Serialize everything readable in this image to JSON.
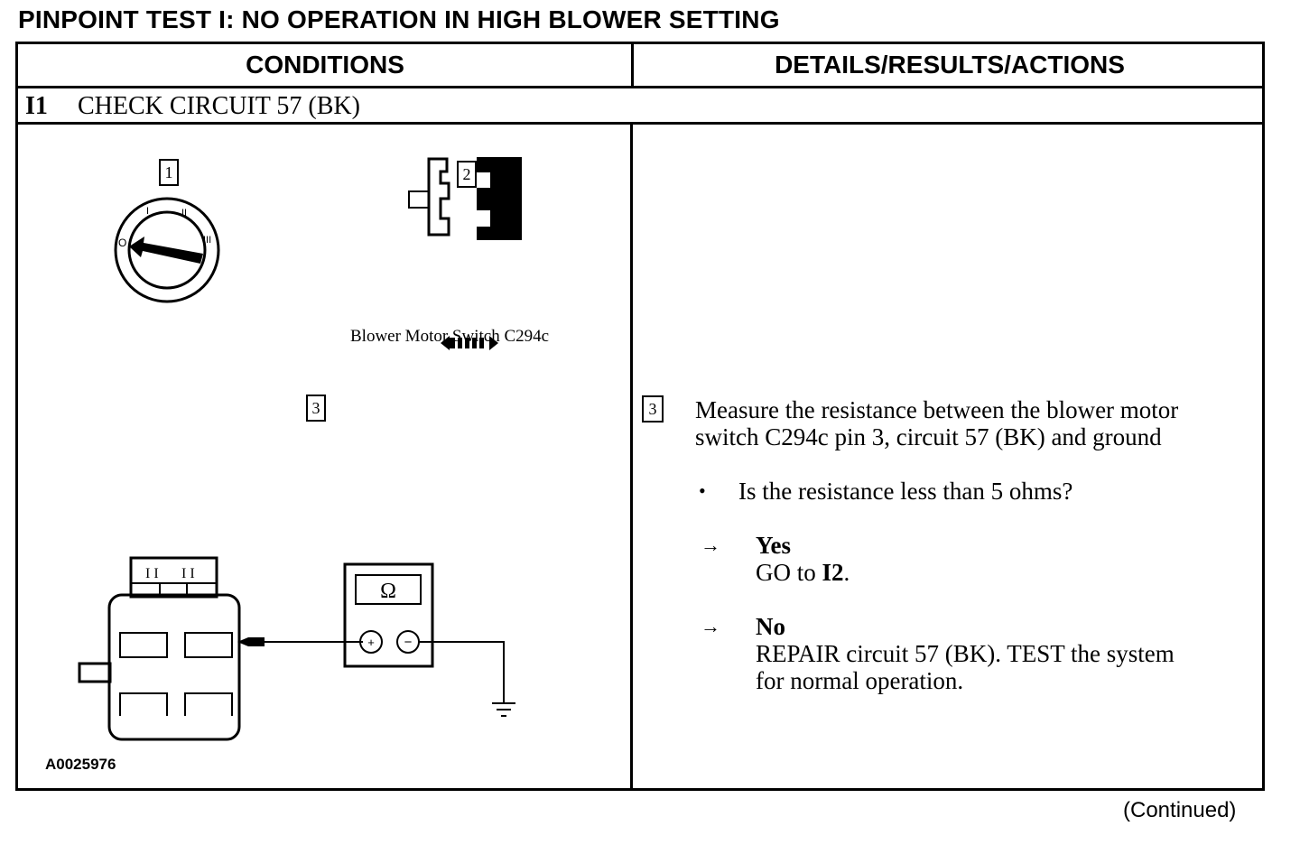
{
  "title": "PINPOINT TEST I: NO OPERATION IN HIGH BLOWER SETTING",
  "table": {
    "headers": [
      "CONDITIONS",
      "DETAILS/RESULTS/ACTIONS"
    ],
    "step": {
      "number": "I1",
      "title": "CHECK CIRCUIT 57 (BK)"
    }
  },
  "diagram": {
    "callouts": [
      "1",
      "2",
      "3"
    ],
    "switch_labels": [
      "O",
      "I",
      "II",
      "III"
    ],
    "meter_symbol": "Ω",
    "caption": "Blower Motor Switch C294c",
    "figure_id": "A0025976"
  },
  "details": {
    "callout": "3",
    "instruction_line1": "Measure the resistance between the blower motor",
    "instruction_line2": "switch C294c pin 3, circuit 57 (BK) and ground",
    "question": "Is the resistance less than 5 ohms?",
    "bullet": "•",
    "arrow": "→",
    "yes_label": "Yes",
    "yes_prefix": "GO to ",
    "yes_target": "I2",
    "yes_suffix": ".",
    "no_label": "No",
    "no_line1": "REPAIR circuit 57 (BK). TEST the system",
    "no_line2": "for normal operation."
  },
  "footer": {
    "continued": "(Continued)"
  }
}
